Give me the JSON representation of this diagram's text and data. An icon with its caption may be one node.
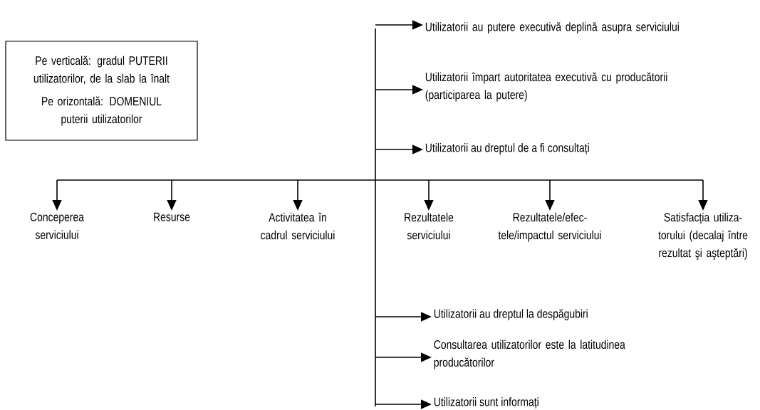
{
  "diagram": {
    "nodes": [
      {
        "text": [
          "Pe verticală: gradul PUTERII utilizatorilor, de la slab la înalt",
          "Pe orizontală: DOMENIUL puterii utilizatorilor"
        ]
      },
      {
        "text": [
          "Utilizatorii au putere executivă deplină asupra serviciului"
        ]
      },
      {
        "text": [
          "Utilizatorii împart autoritatea executivă cu producătorii (participarea la putere)"
        ]
      },
      {
        "text": [
          "Utilizatorii au dreptul de a fi consultați"
        ]
      },
      {
        "text": [
          "Conceperea serviciului"
        ]
      },
      {
        "text": [
          "Resurse"
        ]
      },
      {
        "text": [
          "Activitatea în cadrul serviciului"
        ]
      },
      {
        "text": [
          "Rezultatele serviciului"
        ]
      },
      {
        "text": [
          "Rezultatele/efec- tele/impactul serviciului"
        ]
      },
      {
        "text": [
          "Satisfacția utiliza- torului (decalaj între rezultat şi aşteptări)"
        ]
      },
      {
        "text": [
          "Utilizatorii au dreptul la despăgubiri"
        ]
      },
      {
        "text": [
          "Consultarea utilizatorilor este la latitudinea producătorilor"
        ]
      },
      {
        "text": [
          "Utilizatorii sunt informați"
        ]
      }
    ],
    "edges": [
      {
        "from": null,
        "to": 1,
        "arrow": "to"
      },
      {
        "from": null,
        "to": 2,
        "arrow": "to"
      },
      {
        "from": null,
        "to": 3,
        "arrow": "to"
      },
      {
        "from": null,
        "to": 4,
        "arrow": "to"
      },
      {
        "from": null,
        "to": 5,
        "arrow": "to"
      },
      {
        "from": null,
        "to": 6,
        "arrow": "to"
      },
      {
        "from": null,
        "to": 7,
        "arrow": "to"
      },
      {
        "from": null,
        "to": 8,
        "arrow": "to"
      },
      {
        "from": null,
        "to": 9,
        "arrow": "to"
      },
      {
        "from": null,
        "to": 10,
        "arrow": "to"
      },
      {
        "from": null,
        "to": 11,
        "arrow": "to"
      },
      {
        "from": null,
        "to": 12,
        "arrow": "to"
      }
    ]
  }
}
